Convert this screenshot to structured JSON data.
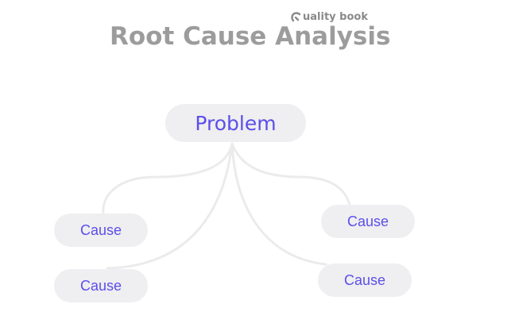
{
  "header": {
    "logo_text": "uality book",
    "logo_mark_icon": "quality-book-q-icon",
    "title": "Root Cause Analysis"
  },
  "diagram": {
    "problem": {
      "label": "Problem"
    },
    "causes": [
      {
        "label": "Cause"
      },
      {
        "label": "Cause"
      },
      {
        "label": "Cause"
      },
      {
        "label": "Cause"
      }
    ]
  },
  "colors": {
    "node_fill": "#efeef0",
    "node_text": "#5b4fe9",
    "connector": "#ebebeb",
    "title_text": "#9c9c9c"
  }
}
